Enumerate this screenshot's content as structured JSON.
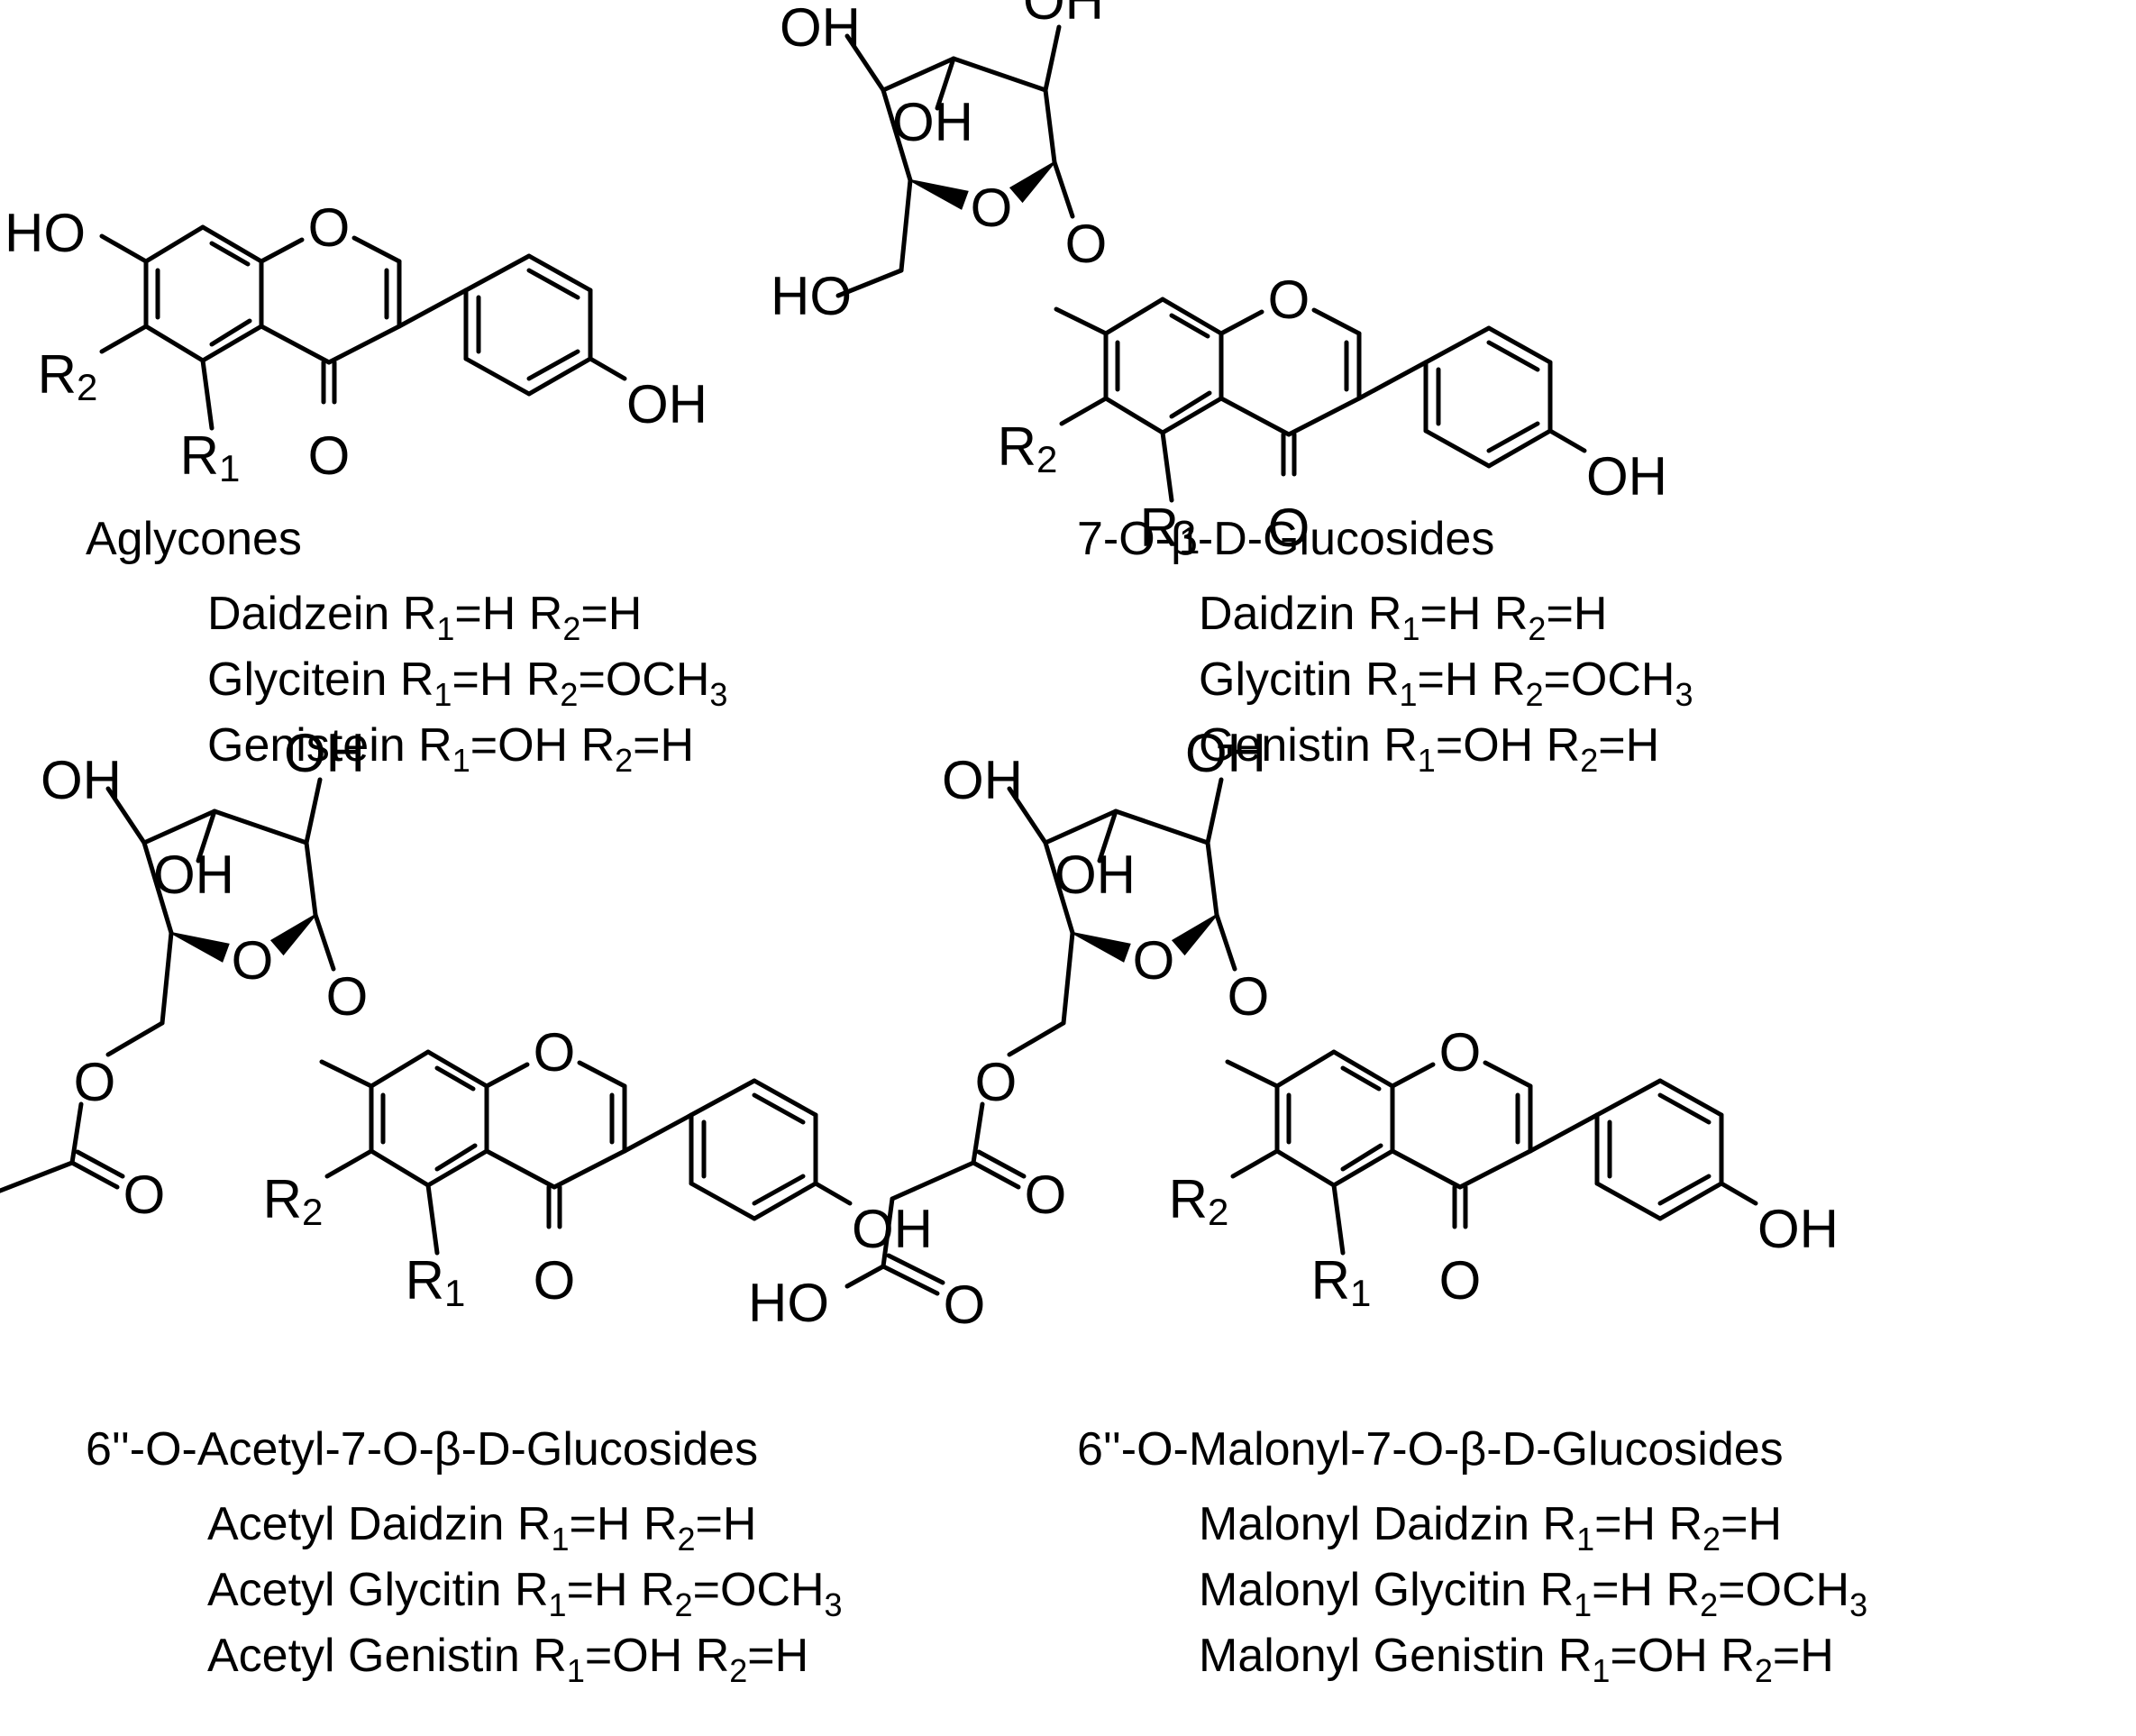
{
  "atoms": {
    "oh": "OH",
    "ho": "HO",
    "o": "O",
    "r": "R",
    "one": "1",
    "two": "2"
  },
  "panels": [
    {
      "heading": "Aglycones",
      "compounds": [
        {
          "name": "Daidzein",
          "r1": "H",
          "r2": "H",
          "r2_sub3": ""
        },
        {
          "name": "Glycitein",
          "r1": "H",
          "r2": "OCH",
          "r2_sub3": "3"
        },
        {
          "name": "Genistein",
          "r1": "OH",
          "r2": "H",
          "r2_sub3": ""
        }
      ]
    },
    {
      "heading": "7-O-β-D-Glucosides",
      "compounds": [
        {
          "name": "Daidzin",
          "r1": "H",
          "r2": "H",
          "r2_sub3": ""
        },
        {
          "name": "Glycitin",
          "r1": "H",
          "r2": "OCH",
          "r2_sub3": "3"
        },
        {
          "name": "Genistin",
          "r1": "OH",
          "r2": "H",
          "r2_sub3": ""
        }
      ]
    },
    {
      "heading": "6''-O-Acetyl-7-O-β-D-Glucosides",
      "compounds": [
        {
          "name": "Acetyl Daidzin",
          "r1": "H",
          "r2": "H",
          "r2_sub3": ""
        },
        {
          "name": "Acetyl Glycitin",
          "r1": "H",
          "r2": "OCH",
          "r2_sub3": "3"
        },
        {
          "name": "Acetyl Genistin",
          "r1": "OH",
          "r2": "H",
          "r2_sub3": ""
        }
      ]
    },
    {
      "heading": "6''-O-Malonyl-7-O-β-D-Glucosides",
      "compounds": [
        {
          "name": "Malonyl Daidzin",
          "r1": "H",
          "r2": "H",
          "r2_sub3": ""
        },
        {
          "name": "Malonyl Glycitin",
          "r1": "H",
          "r2": "OCH",
          "r2_sub3": "3"
        },
        {
          "name": "Malonyl Genistin",
          "r1": "OH",
          "r2": "H",
          "r2_sub3": ""
        }
      ]
    }
  ]
}
